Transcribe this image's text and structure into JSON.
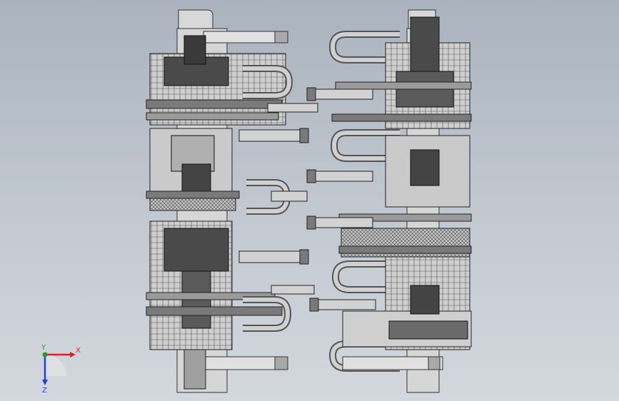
{
  "viewport": {
    "background_top": "#aab3be",
    "background_bottom": "#d3d8de"
  },
  "model": {
    "frame_color": "#d6d6d6",
    "metal_color": "#c4c4c4",
    "dark_color": "#3a3a3a",
    "cable_color": "#8a8a8a",
    "bracket_color": "#bdbdbd"
  },
  "triad": {
    "x_label": "X",
    "y_label": "Y",
    "z_label": "Z",
    "x_color": "#e02020",
    "y_color": "#20a020",
    "z_color": "#2040e0"
  }
}
